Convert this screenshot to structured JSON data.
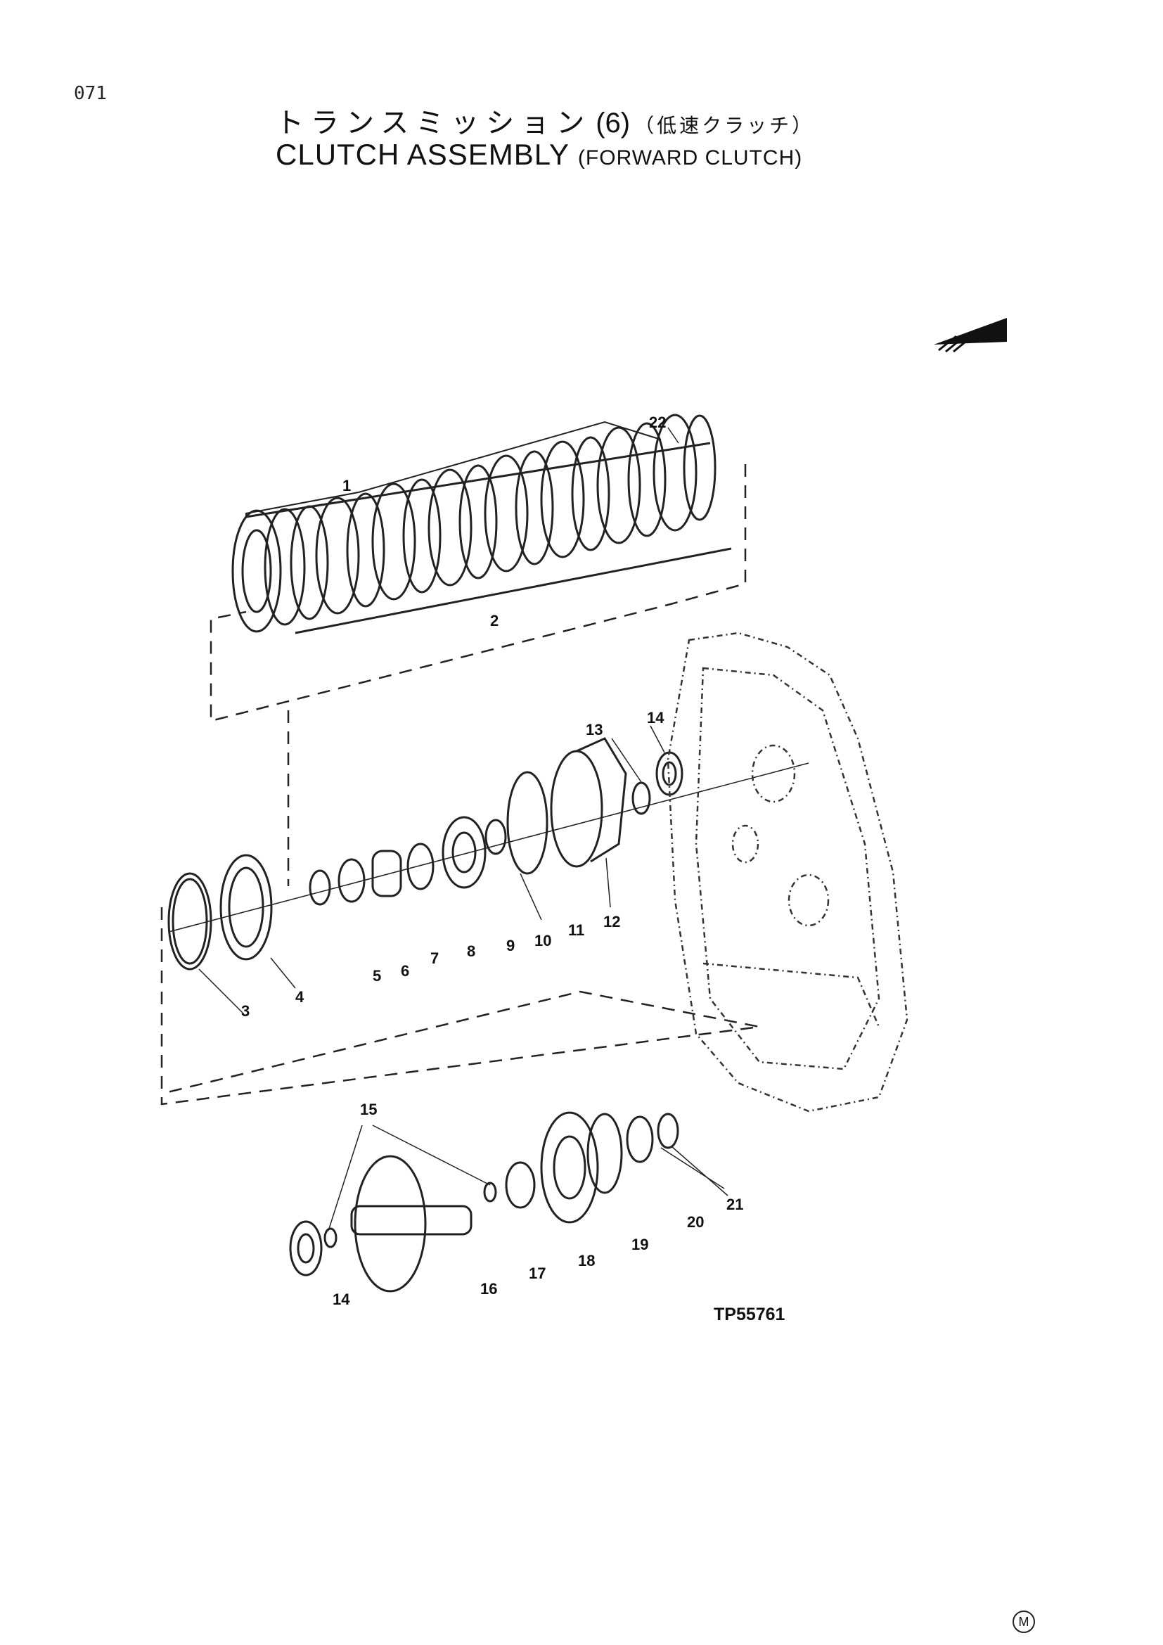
{
  "page_number": "071",
  "title": {
    "jp_main": "トランスミッション",
    "jp_num": "(6)",
    "jp_sub": "（低速クラッチ）",
    "en_main": "CLUTCH  ASSEMBLY",
    "en_sub": "(FORWARD  CLUTCH)"
  },
  "drawing_id": "TP55761",
  "mark": "M",
  "callouts": [
    "1",
    "2",
    "3",
    "4",
    "5",
    "6",
    "7",
    "8",
    "9",
    "10",
    "11",
    "12",
    "13",
    "14",
    "14",
    "15",
    "16",
    "17",
    "18",
    "19",
    "20",
    "21",
    "22"
  ]
}
